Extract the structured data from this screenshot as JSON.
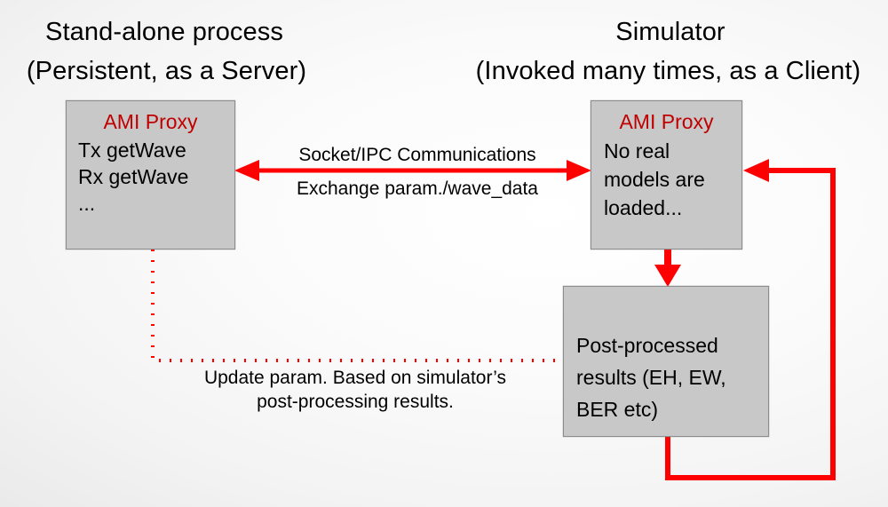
{
  "slide": {
    "background_color": "#f2f2f2",
    "accent_color": "#ff0000",
    "title_color": "#c00000",
    "box_fill": "#c8c8c8",
    "box_border": "#8c8c8c"
  },
  "headings": {
    "left_line1": "Stand-alone process",
    "left_line2": "(Persistent, as a Server)",
    "right_line1": "Simulator",
    "right_line2": "(Invoked many times, as a Client)"
  },
  "server_box": {
    "title": "AMI Proxy",
    "lines": [
      "Tx getWave",
      "Rx getWave",
      "..."
    ]
  },
  "client_box": {
    "title": "AMI Proxy",
    "lines": [
      "No real",
      "models are",
      "loaded..."
    ]
  },
  "results_box": {
    "lines": [
      "Post-processed",
      "results (EH, EW,",
      "BER etc)"
    ]
  },
  "connector_labels": {
    "socket": "Socket/IPC Communications",
    "exchange": "Exchange param./wave_data"
  },
  "caption": {
    "line1": "Update param. Based  on simulator’s",
    "line2": "post-processing results."
  },
  "connectors": {
    "bidirectional_arrow_name": "socket-ipc-bidirectional-arrow",
    "downward_arrow_name": "proxy-to-results-arrow",
    "feedback_arrow_name": "results-feedback-loop-arrow",
    "dotted_arrow_name": "param-update-dotted-connector"
  }
}
